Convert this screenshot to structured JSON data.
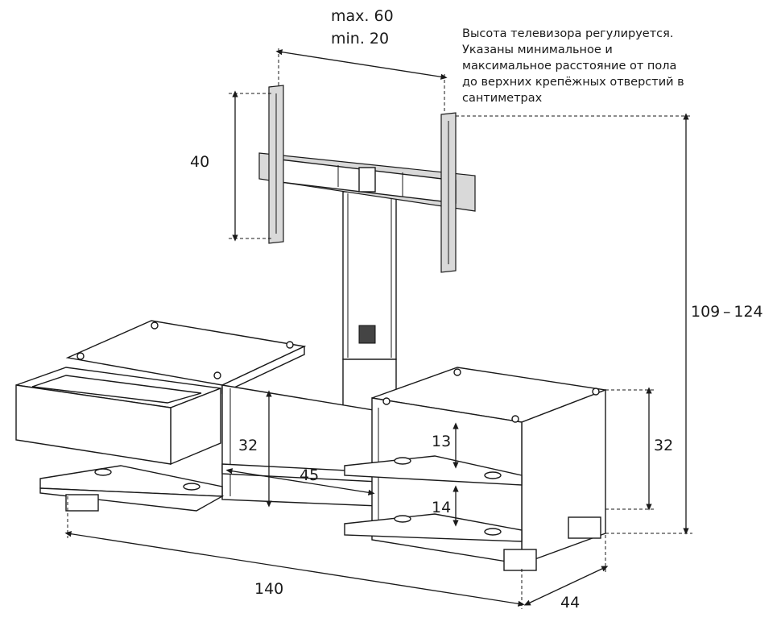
{
  "note": {
    "lines": [
      "Высота телевизора регулируется.",
      "Указаны минимальное и",
      "максимальное расстояние от пола",
      "до верхних крепёжных отверстий в",
      "сантиметрах"
    ]
  },
  "dimensions": {
    "bracket_width_max": "max. 60",
    "bracket_width_min": "min. 20",
    "bracket_height": "40",
    "total_height": "109 – 124",
    "left_section_height": "32",
    "center_opening_width": "45",
    "right_section_height": "32",
    "upper_shelf_height": "13",
    "lower_shelf_height": "14",
    "total_width": "140",
    "depth": "44"
  }
}
